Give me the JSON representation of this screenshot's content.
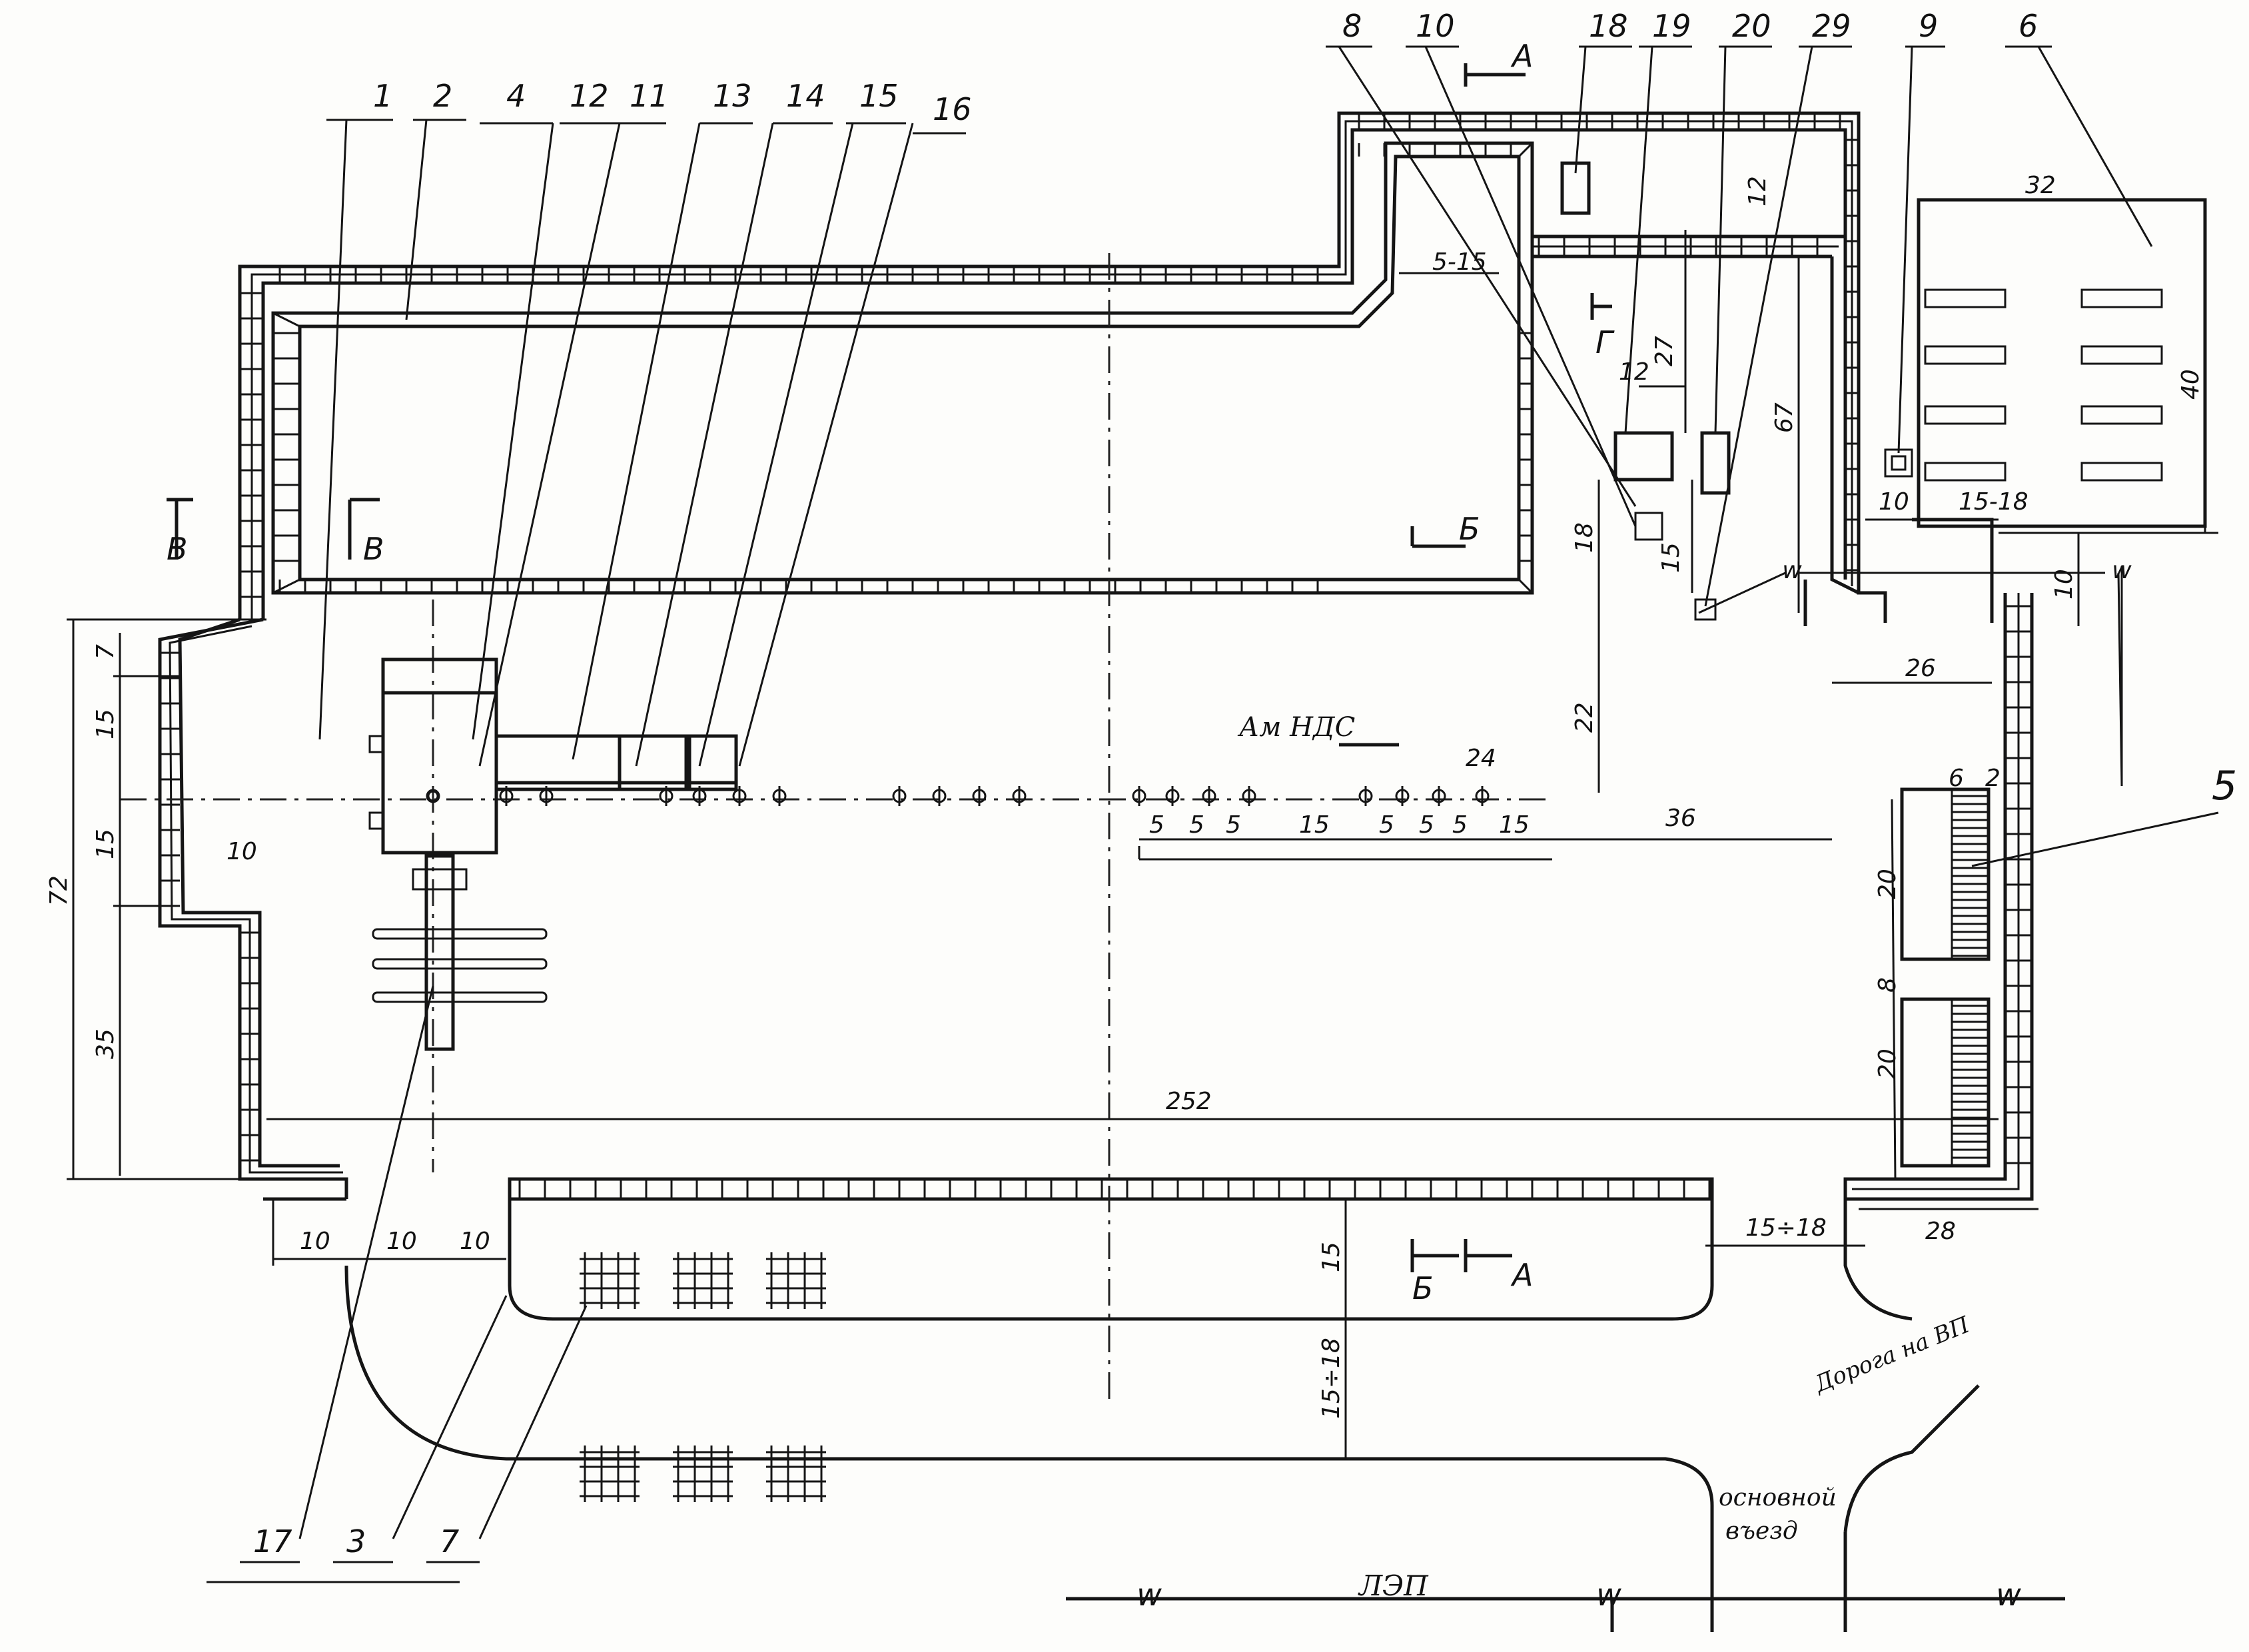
{
  "callouts": {
    "top": [
      "1",
      "2",
      "4",
      "12",
      "11",
      "13",
      "14",
      "15",
      "16",
      "8",
      "10",
      "18",
      "19",
      "20",
      "29",
      "9",
      "6"
    ],
    "bottom": [
      "17",
      "3",
      "7"
    ],
    "right": "5"
  },
  "section_marks": {
    "a1": "А",
    "a2": "А",
    "b1": "Б",
    "b2": "Б",
    "v1": "В",
    "v2": "В",
    "g": "Г"
  },
  "dimensions": {
    "d72": "72",
    "d7": "7",
    "d15a": "15",
    "d15b": "15",
    "d35": "35",
    "d10_left": "10",
    "d10a": "10",
    "d10b": "10",
    "d10c": "10",
    "d252": "252",
    "d5_15": "5-15",
    "d27": "27",
    "d12a": "12",
    "d12b": "12",
    "d67": "67",
    "d18": "18",
    "d15c": "15",
    "d22": "22",
    "d24": "24",
    "d36": "36",
    "d26": "26",
    "d32": "32",
    "d40": "40",
    "d10_right": "10",
    "d15_18a": "15-18",
    "d10_top": "10",
    "d6": "6",
    "d2": "2",
    "d20a": "20",
    "d8": "8",
    "d20b": "20",
    "d15_18b": "15÷18",
    "d28": "28",
    "d15_bot": "15",
    "d15_18c": "15÷18",
    "p5a": "5",
    "p5b": "5",
    "p5c": "5",
    "p15": "15",
    "p5d": "5",
    "p5e": "5",
    "p5f": "5",
    "p15b": "15"
  },
  "labels": {
    "pipeline": "Ам НДС",
    "road": "Дорога на ВП",
    "entrance_1": "основной",
    "entrance_2": "въезд",
    "power_line": "ЛЭП"
  }
}
